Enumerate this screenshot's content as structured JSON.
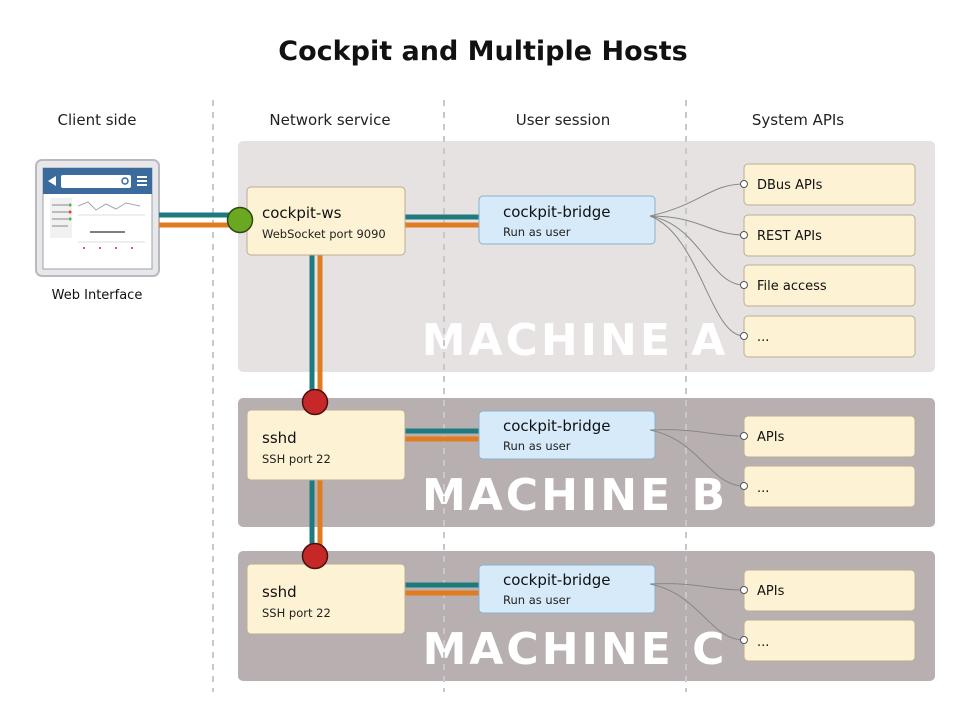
{
  "title": "Cockpit and Multiple Hosts",
  "columns": {
    "client": "Client side",
    "network": "Network service",
    "session": "User session",
    "apis": "System APIs"
  },
  "client": {
    "label": "Web Interface"
  },
  "machines": [
    {
      "label": "MACHINE A",
      "service": {
        "name": "cockpit-ws",
        "detail": "WebSocket port 9090"
      },
      "bridge": {
        "name": "cockpit-bridge",
        "detail": "Run as user"
      },
      "apis": [
        "DBus APIs",
        "REST APIs",
        "File access",
        "..."
      ]
    },
    {
      "label": "MACHINE B",
      "service": {
        "name": "sshd",
        "detail": "SSH port 22"
      },
      "bridge": {
        "name": "cockpit-bridge",
        "detail": "Run as user"
      },
      "apis": [
        "APIs",
        "..."
      ]
    },
    {
      "label": "MACHINE C",
      "service": {
        "name": "sshd",
        "detail": "SSH port 22"
      },
      "bridge": {
        "name": "cockpit-bridge",
        "detail": "Run as user"
      },
      "apis": [
        "APIs",
        "..."
      ]
    }
  ],
  "colors": {
    "machine_a_bg": "#e6e2e2",
    "machine_bc_bg": "#b8b0b0",
    "service_box": "#fef2d4",
    "bridge_box": "#d6eafa",
    "api_box": "#fef2d4",
    "teal": "#1f7a80",
    "orange": "#e07b20",
    "green_node": "#6aa822",
    "red_node": "#c62828"
  }
}
